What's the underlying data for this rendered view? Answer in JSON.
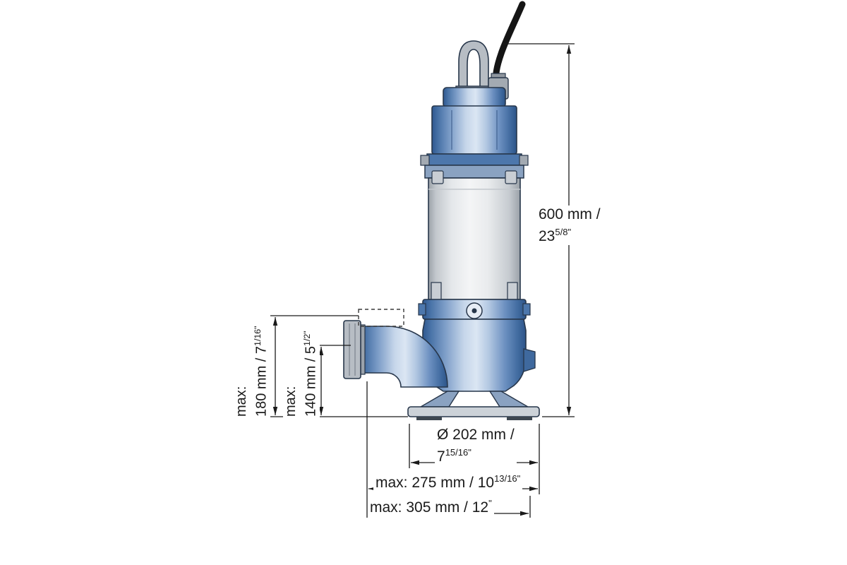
{
  "palette": {
    "background": "#ffffff",
    "line": "#1a1a1a",
    "outline": "#27364a",
    "pump_blue": "#5d86ba",
    "pump_blue_dark": "#335c96",
    "pump_blue_light": "#cfdded",
    "steel_light": "#f2f4f5",
    "steel_dark": "#b3b9bf",
    "grey_metal": "#b6bcc3"
  },
  "figure": {
    "subject": "Submersible sewage pump — outline dimensional drawing"
  },
  "dimensions": {
    "height_total": {
      "line1": "600 mm /",
      "whole": "23",
      "frac": "5/8",
      "unit": "\""
    },
    "max_discharge_top": {
      "prefix": "max:",
      "main": "180 mm / 7",
      "frac": "1/16",
      "unit": "\""
    },
    "max_discharge_center": {
      "prefix": "max:",
      "main": "140 mm / 5",
      "frac": "1/2",
      "unit": "\""
    },
    "base_diameter": {
      "line1": "Ø 202 mm /",
      "whole": "7",
      "frac": "15/16",
      "unit": "\""
    },
    "max_width_275": {
      "main": "max: 275 mm / 10",
      "frac": "13/16",
      "unit": "\""
    },
    "max_width_305": {
      "main": "max: 305 mm / 12",
      "frac": "",
      "unit": "\""
    }
  }
}
